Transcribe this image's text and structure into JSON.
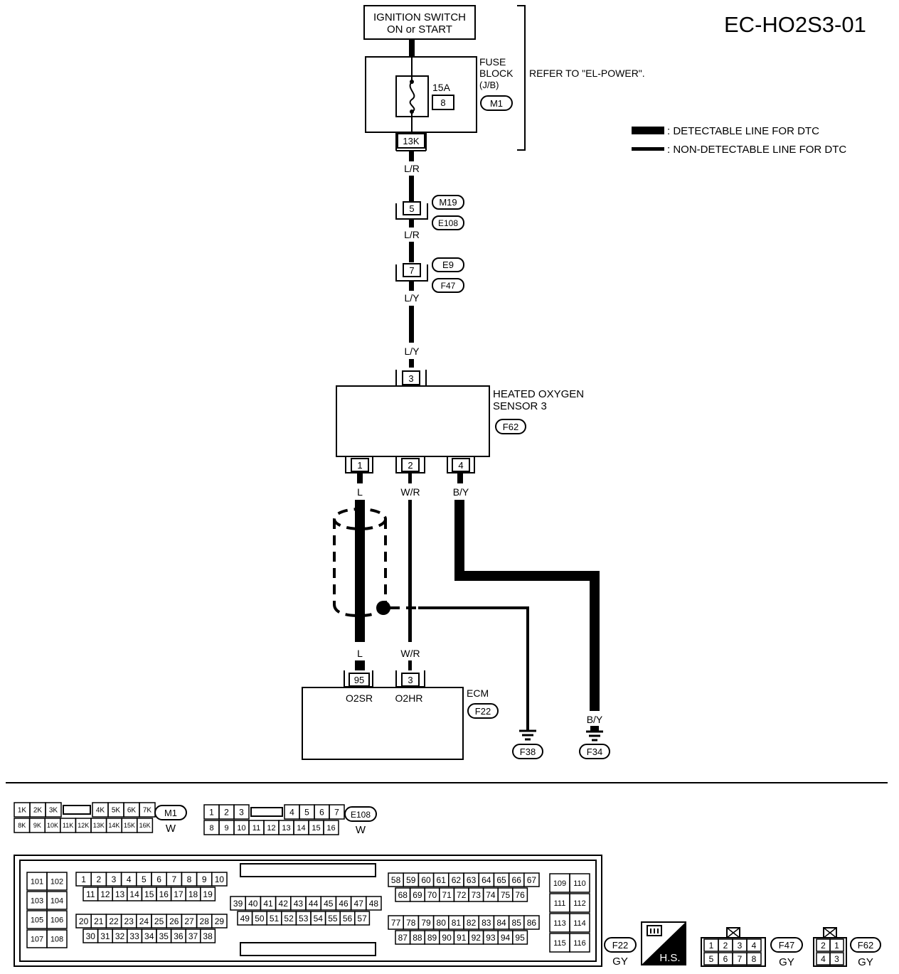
{
  "diagram_id": "EC-HO2S3-01",
  "ignition": {
    "line1": "IGNITION SWITCH",
    "line2": "ON or START"
  },
  "fuse_block": {
    "line1": "FUSE",
    "line2": "BLOCK",
    "line3": "(J/B)",
    "connector": "M1",
    "rating": "15A",
    "fuse_no": "8",
    "terminal": "13K"
  },
  "refer_note": "REFER TO \"EL-POWER\".",
  "legend": {
    "detectable": ": DETECTABLE LINE FOR DTC",
    "non_detectable": ": NON-DETECTABLE LINE FOR DTC"
  },
  "wires": {
    "lr1": "L/R",
    "lr2": "L/R",
    "ly1": "L/Y",
    "ly2": "L/Y",
    "l_top": "L",
    "wr_top": "W/R",
    "by_top": "B/Y",
    "l_bot": "L",
    "wr_bot": "W/R",
    "by_bot": "B/Y"
  },
  "junction_1": {
    "terminal": "5",
    "conn_a": "M19",
    "conn_b": "E108"
  },
  "junction_2": {
    "terminal": "7",
    "conn_a": "E9",
    "conn_b": "F47"
  },
  "sensor": {
    "line1": "HEATED OXYGEN",
    "line2": "SENSOR 3",
    "connector": "F62",
    "top_terminal": "3",
    "t1": "1",
    "t2": "2",
    "t4": "4"
  },
  "ecm": {
    "label": "ECM",
    "connector": "F22",
    "t95": "95",
    "t3": "3",
    "o2sr": "O2SR",
    "o2hr": "O2HR"
  },
  "grounds": {
    "g1": "F38",
    "g2": "F34"
  },
  "m1_connector": {
    "row1": [
      "1K",
      "2K",
      "3K",
      "",
      "4K",
      "5K",
      "6K",
      "7K"
    ],
    "row2": [
      "8K",
      "9K",
      "10K",
      "11K",
      "12K",
      "13K",
      "14K",
      "15K",
      "16K"
    ],
    "id": "M1",
    "color": "W"
  },
  "e108_connector": {
    "row1": [
      "1",
      "2",
      "3",
      "",
      "4",
      "5",
      "6",
      "7"
    ],
    "row2": [
      "8",
      "9",
      "10",
      "11",
      "12",
      "13",
      "14",
      "15",
      "16"
    ],
    "id": "E108",
    "color": "W"
  },
  "ecm_connector": {
    "left": [
      "101",
      "102",
      "103",
      "104",
      "105",
      "106",
      "107",
      "108"
    ],
    "a1": [
      "1",
      "2",
      "3",
      "4",
      "5",
      "6",
      "7",
      "8",
      "9",
      "10"
    ],
    "a2": [
      "11",
      "12",
      "13",
      "14",
      "15",
      "16",
      "17",
      "18",
      "19"
    ],
    "a3": [
      "20",
      "21",
      "22",
      "23",
      "24",
      "25",
      "26",
      "27",
      "28",
      "29"
    ],
    "a4": [
      "30",
      "31",
      "32",
      "33",
      "34",
      "35",
      "36",
      "37",
      "38"
    ],
    "b1": [
      "39",
      "40",
      "41",
      "42",
      "43",
      "44",
      "45",
      "46",
      "47",
      "48"
    ],
    "b2": [
      "49",
      "50",
      "51",
      "52",
      "53",
      "54",
      "55",
      "56",
      "57"
    ],
    "c1": [
      "58",
      "59",
      "60",
      "61",
      "62",
      "63",
      "64",
      "65",
      "66",
      "67"
    ],
    "c2": [
      "68",
      "69",
      "70",
      "71",
      "72",
      "73",
      "74",
      "75",
      "76"
    ],
    "c3": [
      "77",
      "78",
      "79",
      "80",
      "81",
      "82",
      "83",
      "84",
      "85",
      "86"
    ],
    "c4": [
      "87",
      "88",
      "89",
      "90",
      "91",
      "92",
      "93",
      "94",
      "95"
    ],
    "right": [
      "109",
      "110",
      "111",
      "112",
      "113",
      "114",
      "115",
      "116"
    ],
    "id": "F22",
    "color": "GY"
  },
  "hs_label": "H.S.",
  "f47_connector": {
    "row1": [
      "1",
      "2",
      "3",
      "4"
    ],
    "row2": [
      "5",
      "6",
      "7",
      "8"
    ],
    "id": "F47",
    "color": "GY"
  },
  "f62_connector": {
    "row1": [
      "2",
      "1"
    ],
    "row2": [
      "4",
      "3"
    ],
    "id": "F62",
    "color": "GY"
  }
}
